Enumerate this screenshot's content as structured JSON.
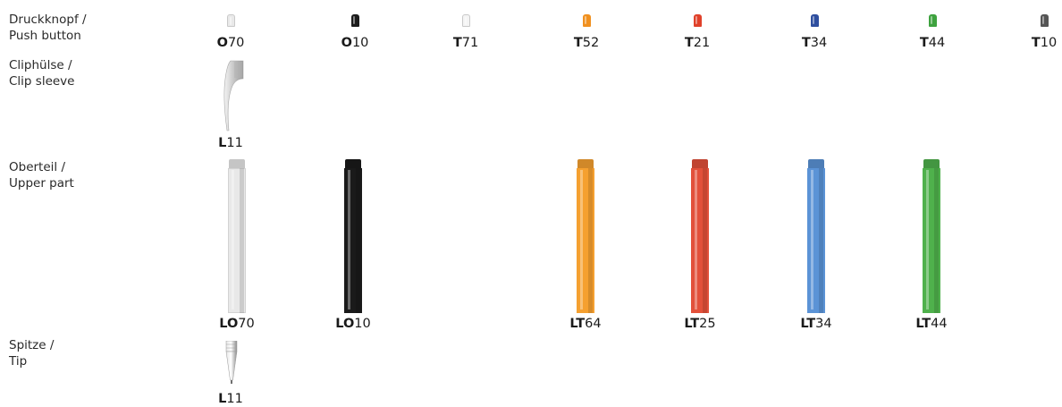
{
  "sections": {
    "push_button": {
      "label_de": "Druckknopf /",
      "label_en": "Push button"
    },
    "clip_sleeve": {
      "label_de": "Cliphülse /",
      "label_en": "Clip sleeve"
    },
    "upper_part": {
      "label_de": "Oberteil /",
      "label_en": "Upper part"
    },
    "tip": {
      "label_de": "Spitze /",
      "label_en": "Tip"
    }
  },
  "push_buttons": [
    {
      "prefix": "O",
      "number": "70",
      "color": "#e9e9e9"
    },
    {
      "prefix": "O",
      "number": "10",
      "color": "#1c1c1c"
    },
    {
      "prefix": "T",
      "number": "71",
      "color": "#f4f4f4"
    },
    {
      "prefix": "T",
      "number": "52",
      "color": "#f0901f"
    },
    {
      "prefix": "T",
      "number": "21",
      "color": "#e0412a"
    },
    {
      "prefix": "T",
      "number": "34",
      "color": "#2f4f9f"
    },
    {
      "prefix": "T",
      "number": "44",
      "color": "#3ea23f"
    },
    {
      "prefix": "T",
      "number": "10",
      "color": "#555555"
    }
  ],
  "clip_sleeve": {
    "prefix": "L",
    "number": "11",
    "color": "#c8c8c8"
  },
  "upper_parts": [
    {
      "prefix": "LO",
      "number": "70",
      "color": "#e8e8e8"
    },
    {
      "prefix": "LO",
      "number": "10",
      "color": "#1a1a1a"
    },
    {
      "prefix": "LT",
      "number": "64",
      "color": "#f5a030"
    },
    {
      "prefix": "LT",
      "number": "25",
      "color": "#e2503a"
    },
    {
      "prefix": "LT",
      "number": "34",
      "color": "#5b93d6"
    },
    {
      "prefix": "LT",
      "number": "44",
      "color": "#4fb14c"
    }
  ],
  "tip": {
    "prefix": "L",
    "number": "11",
    "color": "#bdbdbd"
  }
}
